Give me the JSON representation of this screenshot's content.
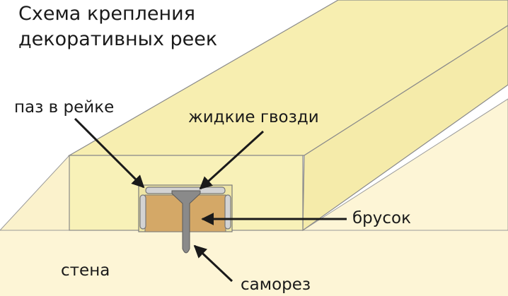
{
  "diagram": {
    "title_line1": "Схема крепления",
    "title_line2": "декоративных реек",
    "labels": {
      "groove": "паз в рейке",
      "liquid_nails": "жидкие гвозди",
      "batten": "брусок",
      "wall": "стена",
      "screw": "саморез"
    }
  },
  "colors": {
    "wall_fill": "#fdf5d6",
    "slat_face": "#f8f1b8",
    "slat_top": "#f7eeb0",
    "batten_fill": "#d4a867",
    "liquid_nail": "#cfcfcf",
    "screw": "#8a8a8a",
    "outline": "#7a7a7a",
    "arrow": "#1a1a1a"
  }
}
